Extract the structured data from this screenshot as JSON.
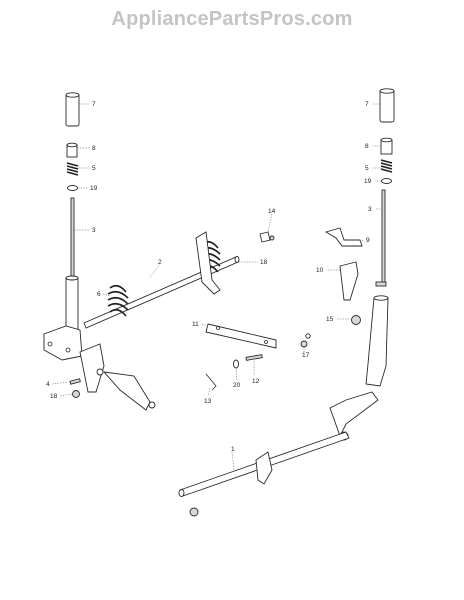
{
  "header": {
    "watermark": "AppliancePartsPros.com"
  },
  "callouts": [
    {
      "id": "c7a",
      "text": "7"
    },
    {
      "id": "c8a",
      "text": "8"
    },
    {
      "id": "c5a",
      "text": "5"
    },
    {
      "id": "c19a",
      "text": "19"
    },
    {
      "id": "c3a",
      "text": "3"
    },
    {
      "id": "c2",
      "text": "2"
    },
    {
      "id": "c6",
      "text": "6"
    },
    {
      "id": "c14",
      "text": "14"
    },
    {
      "id": "c18b",
      "text": "18"
    },
    {
      "id": "c4",
      "text": "4"
    },
    {
      "id": "c18a",
      "text": "18"
    },
    {
      "id": "c11",
      "text": "11"
    },
    {
      "id": "c17",
      "text": "17"
    },
    {
      "id": "c12",
      "text": "12"
    },
    {
      "id": "c20",
      "text": "20"
    },
    {
      "id": "c13",
      "text": "13"
    },
    {
      "id": "c1",
      "text": "1"
    },
    {
      "id": "c7b",
      "text": "7"
    },
    {
      "id": "c8b",
      "text": "8"
    },
    {
      "id": "c5b",
      "text": "5"
    },
    {
      "id": "c19b",
      "text": "19"
    },
    {
      "id": "c3b",
      "text": "3"
    },
    {
      "id": "c9",
      "text": "9"
    },
    {
      "id": "c10",
      "text": "10"
    },
    {
      "id": "c15",
      "text": "15"
    }
  ]
}
